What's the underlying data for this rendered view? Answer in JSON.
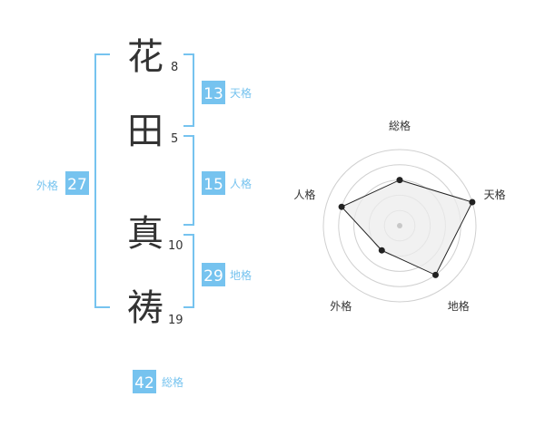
{
  "name": {
    "chars": [
      {
        "char": "花",
        "strokes": "8"
      },
      {
        "char": "田",
        "strokes": "5"
      },
      {
        "char": "真",
        "strokes": "10"
      },
      {
        "char": "祷",
        "strokes": "19"
      }
    ]
  },
  "fortunes": {
    "tenkaku": {
      "value": "13",
      "label": "天格"
    },
    "jinkaku": {
      "value": "15",
      "label": "人格"
    },
    "chikaku": {
      "value": "29",
      "label": "地格"
    },
    "gaikaku": {
      "value": "27",
      "label": "外格"
    },
    "soukaku": {
      "value": "42",
      "label": "総格"
    }
  },
  "colors": {
    "accent": "#76c3ef",
    "accent_text": "#ffffff",
    "label_text": "#76c3ef",
    "char_text": "#333333",
    "radar_line": "#222222",
    "radar_fill": "#ececec",
    "ring": "#d0d0d0"
  },
  "chart_data": {
    "type": "radar",
    "axes": [
      "総格",
      "天格",
      "地格",
      "外格",
      "人格"
    ],
    "values": [
      3,
      5,
      4,
      2,
      4
    ],
    "max": 5
  }
}
